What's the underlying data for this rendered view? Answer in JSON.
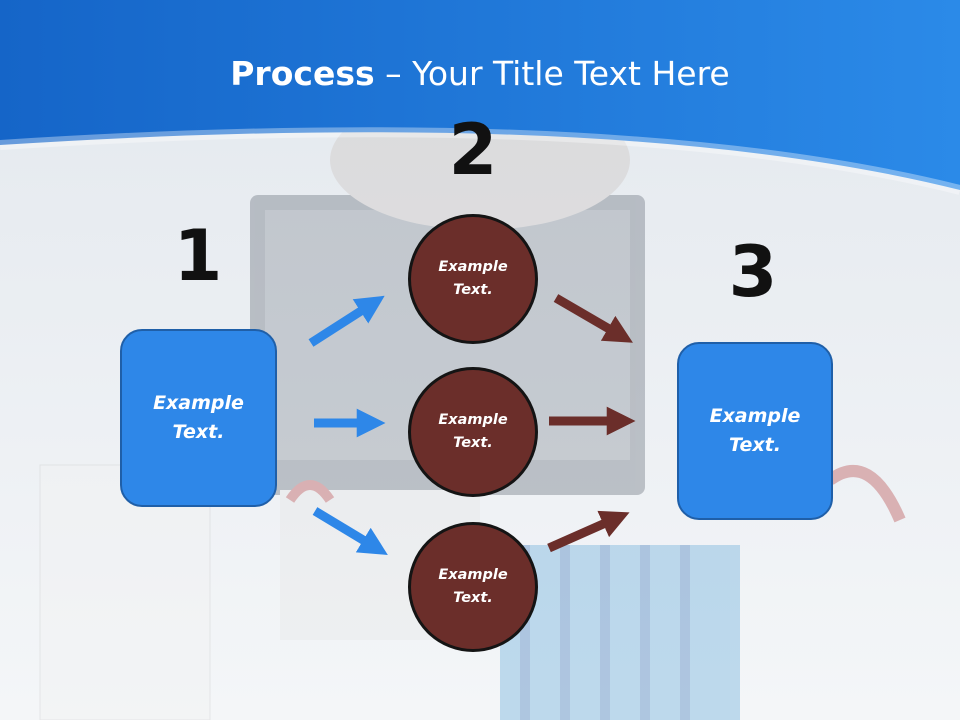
{
  "title": {
    "bold": "Process",
    "rest": " – Your Title Text Here"
  },
  "steps": [
    {
      "number": "1",
      "label_line1": "Example",
      "label_line2": "Text."
    },
    {
      "number": "2"
    },
    {
      "number": "3",
      "label_line1": "Example",
      "label_line2": "Text."
    }
  ],
  "circles": [
    {
      "line1": "Example",
      "line2": "Text."
    },
    {
      "line1": "Example",
      "line2": "Text."
    },
    {
      "line1": "Example",
      "line2": "Text."
    }
  ],
  "colors": {
    "header": "#1a73d9",
    "box": "#2e87e8",
    "circle": "#6b2e2a",
    "blue_arrow": "#2e87e8",
    "brown_arrow": "#6b2e2a"
  }
}
